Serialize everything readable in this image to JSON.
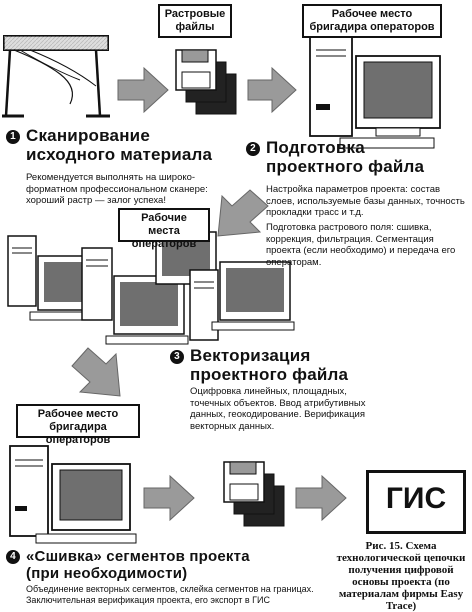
{
  "labels": {
    "raster_files": "Растровые файлы",
    "foreman_workstation_top": "Рабочее место бригадира операторов",
    "operator_workstations": "Рабочие места операторов",
    "foreman_workstation_bottom": "Рабочее место бригадира операторов",
    "gis": "ГИС"
  },
  "steps": [
    {
      "number": "1",
      "title_line1": "Сканирование",
      "title_line2": "исходного материала",
      "text": "Рекомендуется выполнять на широко-форматном профессиональном сканере: хороший растр — залог успеха!"
    },
    {
      "number": "2",
      "title_line1": "Подготовка",
      "title_line2": "проектного файла",
      "text1": "Настройка параметров проекта: состав слоев, используемые базы данных, точность прокладки трасс и т.д.",
      "text2": "Подготовка растрового поля: сшивка, коррекция, фильтрация. Сегментация проекта (если необходимо) и передача его операторам."
    },
    {
      "number": "3",
      "title_line1": "Векторизация",
      "title_line2": "проектного файла",
      "text": "Оцифровка линейных, площадных, точечных объектов. Ввод атрибутивных данных, геокодирование. Верификация векторных данных."
    },
    {
      "number": "4",
      "title_line1": "«Сшивка» сегментов проекта",
      "title_line2": "(при необходимости)",
      "text": "Объединение векторных сегментов, склейка сегментов на границах. Заключительная верификация проекта, его экспорт в ГИС"
    }
  ],
  "caption": "Рис. 15. Схема технологической цепочки получения цифровой основы проекта (по материалам фирмы Easy Trace)",
  "colors": {
    "ink": "#111111",
    "arrow_gray": "#9a9a9a",
    "screen_gray": "#6f6f6f",
    "paper": "#ffffff"
  }
}
